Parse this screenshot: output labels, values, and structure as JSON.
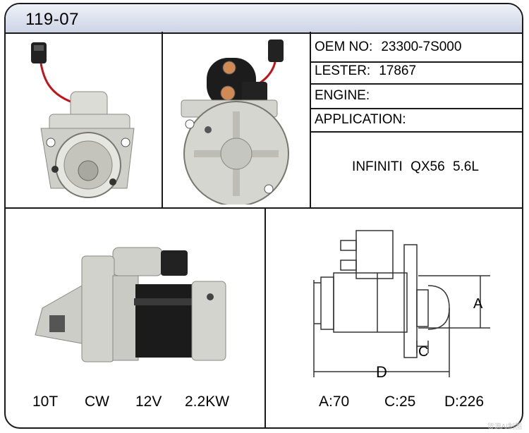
{
  "header": {
    "title": "119-07"
  },
  "specs": {
    "oem_label": "OEM NO:",
    "oem_value": "23300-7S000",
    "lester_label": "LESTER:",
    "lester_value": "17867",
    "engine_label": "ENGINE:",
    "engine_value": "",
    "application_label": "APPLICATION:",
    "application_value": "INFINITI  QX56  5.6L"
  },
  "electrical": {
    "teeth": "10T",
    "rotation": "CW",
    "voltage": "12V",
    "power": "2.2KW"
  },
  "dimensions": {
    "a_label": "A",
    "c_label": "C",
    "d_label": "D",
    "a_value": "A:70",
    "c_value": "C:25",
    "d_value": "D:226"
  },
  "colors": {
    "header_bg": "#cdd4e6",
    "border": "#1a1a1a",
    "housing": "#d9d9d4",
    "motor": "#1c1c1c"
  },
  "watermark": "货源AI制图"
}
